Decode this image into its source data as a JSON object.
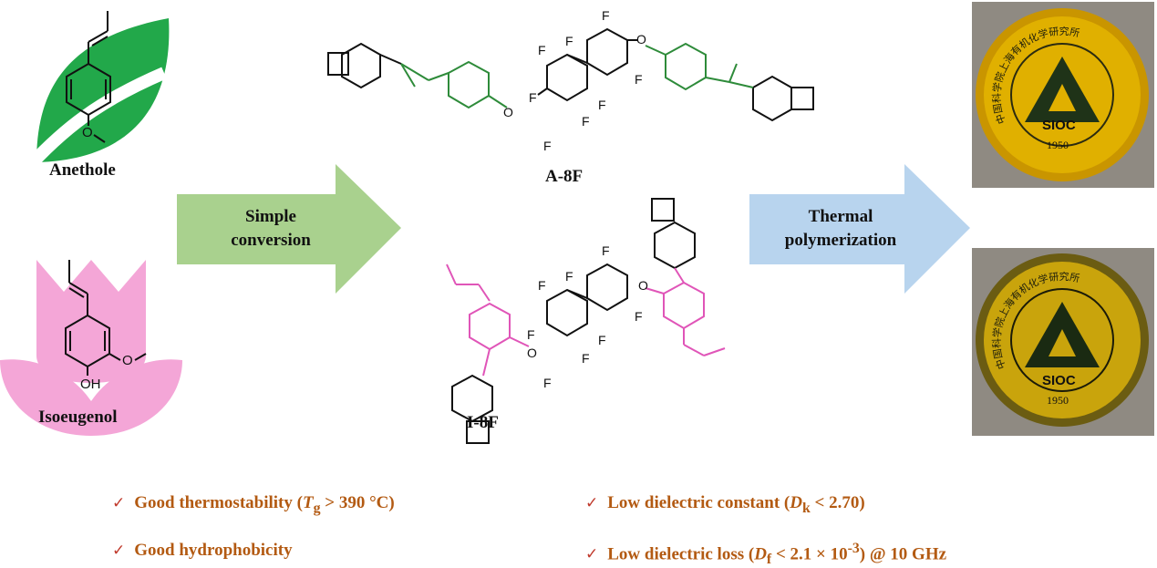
{
  "sources": [
    {
      "name": "Anethole",
      "shape": "leaf",
      "color": "#22a84a"
    },
    {
      "name": "Isoeugenol",
      "shape": "tulip",
      "color": "#f4a6d7"
    }
  ],
  "substituents": {
    "methoxy": "O",
    "hydroxyl": "OH"
  },
  "arrows": [
    {
      "line1": "Simple",
      "line2": "conversion",
      "color": "#a9d18e"
    },
    {
      "line1": "Thermal",
      "line2": "polymerization",
      "color": "#b8d4ee"
    }
  ],
  "molecules": [
    {
      "name": "A-8F",
      "accent": "#2e8b3a"
    },
    {
      "name": "I-8F",
      "accent": "#e055b8"
    }
  ],
  "atoms": {
    "fluorine": "F",
    "oxygen": "O"
  },
  "films": [
    {
      "emblem": "SIOC",
      "year": "1950",
      "arc_text": "中国科学院上海有机化学研究所"
    },
    {
      "emblem": "SIOC",
      "year": "1950",
      "arc_text": "中国科学院上海有机化学研究所"
    }
  ],
  "properties": {
    "check_symbol": "✓",
    "tg": {
      "prefix": "Good thermostability (",
      "var": "T",
      "sub": "g",
      "suffix": " > 390 °C)"
    },
    "hydro": {
      "text": "Good hydrophobicity"
    },
    "dk": {
      "prefix": "Low dielectric constant (",
      "var": "D",
      "sub": "k",
      "suffix": " < 2.70)"
    },
    "df": {
      "prefix": "Low dielectric loss (",
      "var": "D",
      "sub": "f",
      "mid": " < 2.1 × 10",
      "sup": "-3",
      "suffix": ") @ 10 GHz"
    }
  },
  "colors": {
    "property_text": "#b35a12",
    "check": "#c0392b",
    "film": "#d9a700"
  }
}
